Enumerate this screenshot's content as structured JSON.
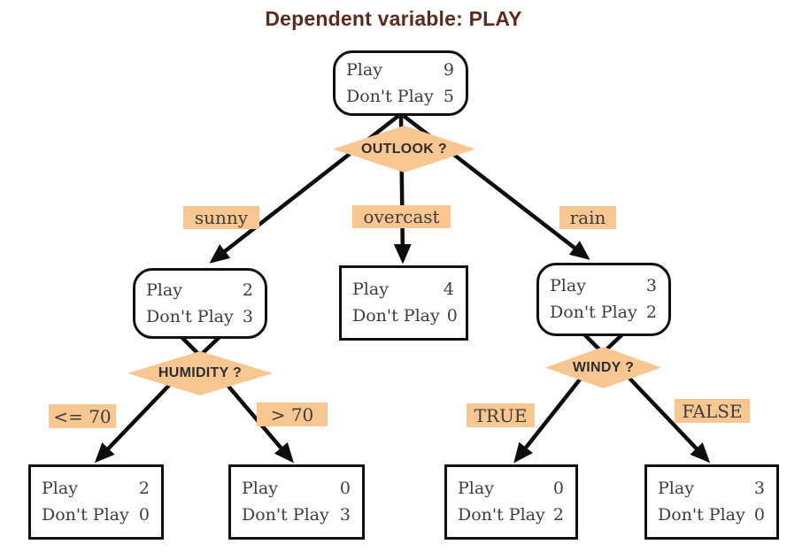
{
  "title": "Dependent variable: PLAY",
  "colors": {
    "accent_peach": "#F8C690",
    "title_text": "#5E2A1C",
    "edge_black": "#0D0D0D",
    "node_text": "#3D3D3D"
  },
  "decisions": {
    "outlook": "OUTLOOK ?",
    "humidity": "HUMIDITY ?",
    "windy": "WINDY ?"
  },
  "branches": {
    "sunny": "sunny",
    "overcast": "overcast",
    "rain": "rain",
    "humidity_le": "<= 70",
    "humidity_gt": "> 70",
    "windy_true": "TRUE",
    "windy_false": "FALSE"
  },
  "nodes": {
    "root": {
      "rows": [
        {
          "label": "Play",
          "value": "9"
        },
        {
          "label": "Don't Play",
          "value": "5"
        }
      ]
    },
    "sunny_child": {
      "rows": [
        {
          "label": "Play",
          "value": "2"
        },
        {
          "label": "Don't Play",
          "value": "3"
        }
      ]
    },
    "overcast_leaf": {
      "rows": [
        {
          "label": "Play",
          "value": "4"
        },
        {
          "label": "Don't Play",
          "value": "0"
        }
      ]
    },
    "rain_child": {
      "rows": [
        {
          "label": "Play",
          "value": "3"
        },
        {
          "label": "Don't Play",
          "value": "2"
        }
      ]
    },
    "leaf_humidity_le": {
      "rows": [
        {
          "label": "Play",
          "value": "2"
        },
        {
          "label": "Don't Play",
          "value": "0"
        }
      ]
    },
    "leaf_humidity_gt": {
      "rows": [
        {
          "label": "Play",
          "value": "0"
        },
        {
          "label": "Don't Play",
          "value": "3"
        }
      ]
    },
    "leaf_windy_true": {
      "rows": [
        {
          "label": "Play",
          "value": "0"
        },
        {
          "label": "Don't Play",
          "value": "2"
        }
      ]
    },
    "leaf_windy_false": {
      "rows": [
        {
          "label": "Play",
          "value": "3"
        },
        {
          "label": "Don't Play",
          "value": "0"
        }
      ]
    }
  }
}
